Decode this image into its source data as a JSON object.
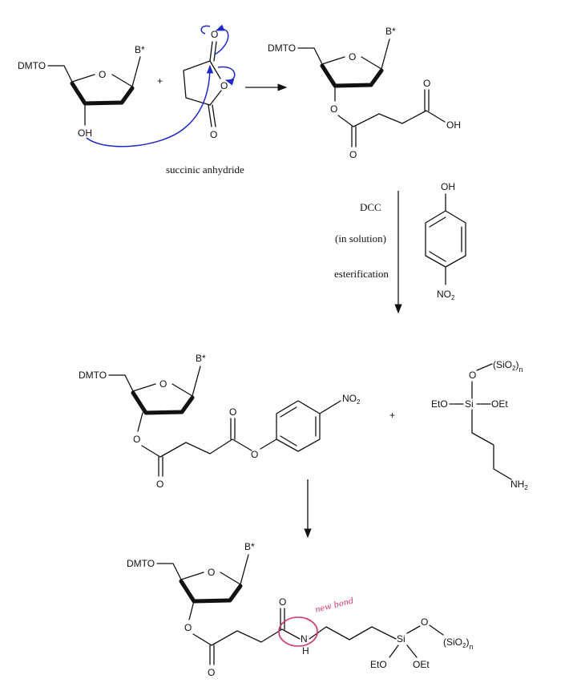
{
  "molecules": {
    "nucleoside": {
      "dmto": "DMTO",
      "base": "B*",
      "ring_o": "O",
      "hydroxyl": "OH"
    },
    "plus_1": "+",
    "anhydride": {
      "o_top": "O",
      "o_ring": "O",
      "o_bottom": "O",
      "caption": "succinic anhydride"
    },
    "hemisuccinate": {
      "dmto": "DMTO",
      "base": "B*",
      "ring_o": "O",
      "ester_o": "O",
      "carbonyl_o": "O",
      "acid_o": "O",
      "acid_oh": "OH"
    },
    "activation": {
      "reagent": "DCC",
      "condition": "(in solution)",
      "process": "esterification",
      "phenol_oh": "OH",
      "nitro": "NO2"
    },
    "active_ester": {
      "dmto": "DMTO",
      "base": "B*",
      "ring_o": "O",
      "ester_o": "O",
      "carbonyl_o": "O",
      "carbonyl_o2": "O",
      "aryl_o": "O",
      "nitro": "NO2"
    },
    "plus_2": "+",
    "aminopropyl_silica": {
      "o": "O",
      "sio2": "(SiO2)n",
      "eto_left": "EtO",
      "si": "Si",
      "oet_right": "OEt",
      "nh2": "NH2"
    },
    "product": {
      "dmto": "DMTO",
      "base": "B*",
      "ring_o": "O",
      "ester_o": "O",
      "carbonyl_o": "O",
      "amide_o": "O",
      "n": "N",
      "h": "H",
      "si": "Si",
      "o": "O",
      "sio2": "(SiO2)n",
      "eto": "EtO",
      "oet": "OEt",
      "annotation": "new bond"
    }
  },
  "colors": {
    "arrow_push": "#1f28c9",
    "annotation": "#d2336d"
  }
}
